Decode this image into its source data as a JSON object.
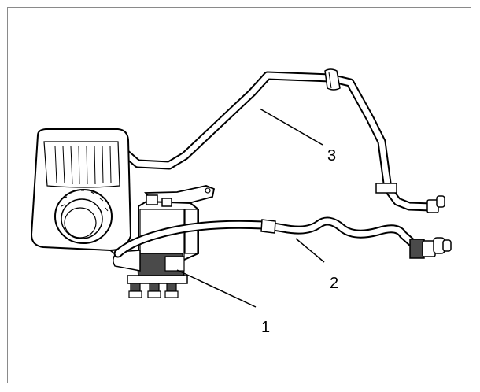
{
  "callouts": [
    {
      "id": "1",
      "text": "1"
    },
    {
      "id": "2",
      "text": "2"
    },
    {
      "id": "3",
      "text": "3"
    }
  ],
  "colors": {
    "line": "#000000",
    "fill": "#ffffff",
    "shade": "#4a4a4a",
    "border": "#8a8a8a"
  }
}
